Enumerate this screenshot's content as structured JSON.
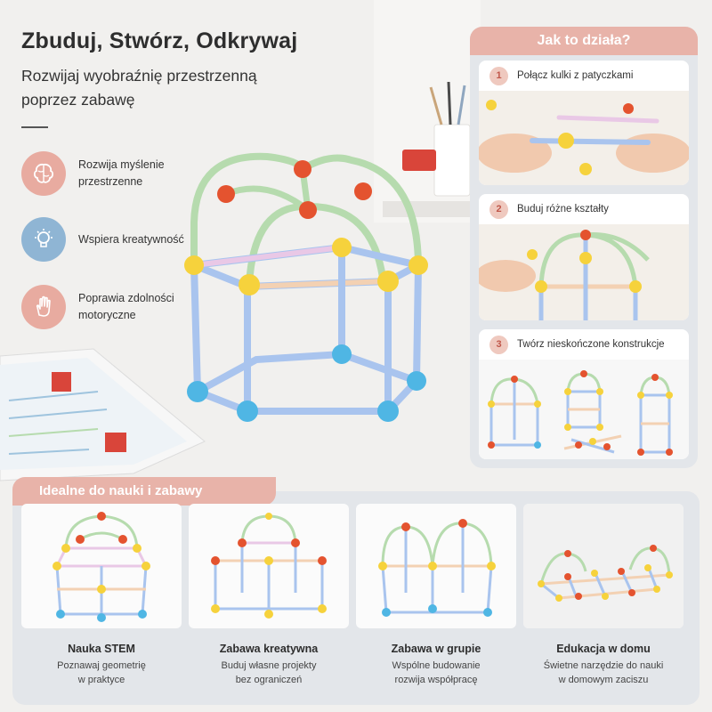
{
  "header": {
    "title": "Zbuduj, Stwórz, Odkrywaj",
    "subtitle": "Rozwijaj wyobraźnię przestrzenną poprzez zabawę"
  },
  "features": [
    {
      "icon": "brain-icon",
      "label": "Rozwija myślenie przestrzenne",
      "color": "#e8aba0"
    },
    {
      "icon": "idea-icon",
      "label": "Wspiera kreatywność",
      "color": "#8fb5d4"
    },
    {
      "icon": "hand-icon",
      "label": "Poprawia zdolności motoryczne",
      "color": "#e8aba0"
    }
  ],
  "howto": {
    "title": "Jak to działa?",
    "steps": [
      {
        "number": "1",
        "label": "Połącz kulki z patyczkami"
      },
      {
        "number": "2",
        "label": "Buduj różne kształty"
      },
      {
        "number": "3",
        "label": "Twórz nieskończone konstrukcje"
      }
    ]
  },
  "learn": {
    "title": "Idealne do nauki i zabawy",
    "cards": [
      {
        "title": "Nauka STEM",
        "desc1": "Poznawaj geometrię",
        "desc2": "w praktyce"
      },
      {
        "title": "Zabawa kreatywna",
        "desc1": "Buduj własne projekty",
        "desc2": "bez ograniczeń"
      },
      {
        "title": "Zabawa w grupie",
        "desc1": "Wspólne budowanie",
        "desc2": "rozwija współpracę"
      },
      {
        "title": "Edukacja w domu",
        "desc1": "Świetne narzędzie do nauki",
        "desc2": "w domowym zaciszu"
      }
    ]
  },
  "colors": {
    "accent": "#e8b3a9",
    "panel": "#e3e6ea",
    "rod_blue": "#a9c4ee",
    "rod_green": "#b6dbae",
    "ball_red": "#e4532f",
    "ball_yellow": "#f6d23c",
    "ball_blue": "#4fb6e4"
  }
}
